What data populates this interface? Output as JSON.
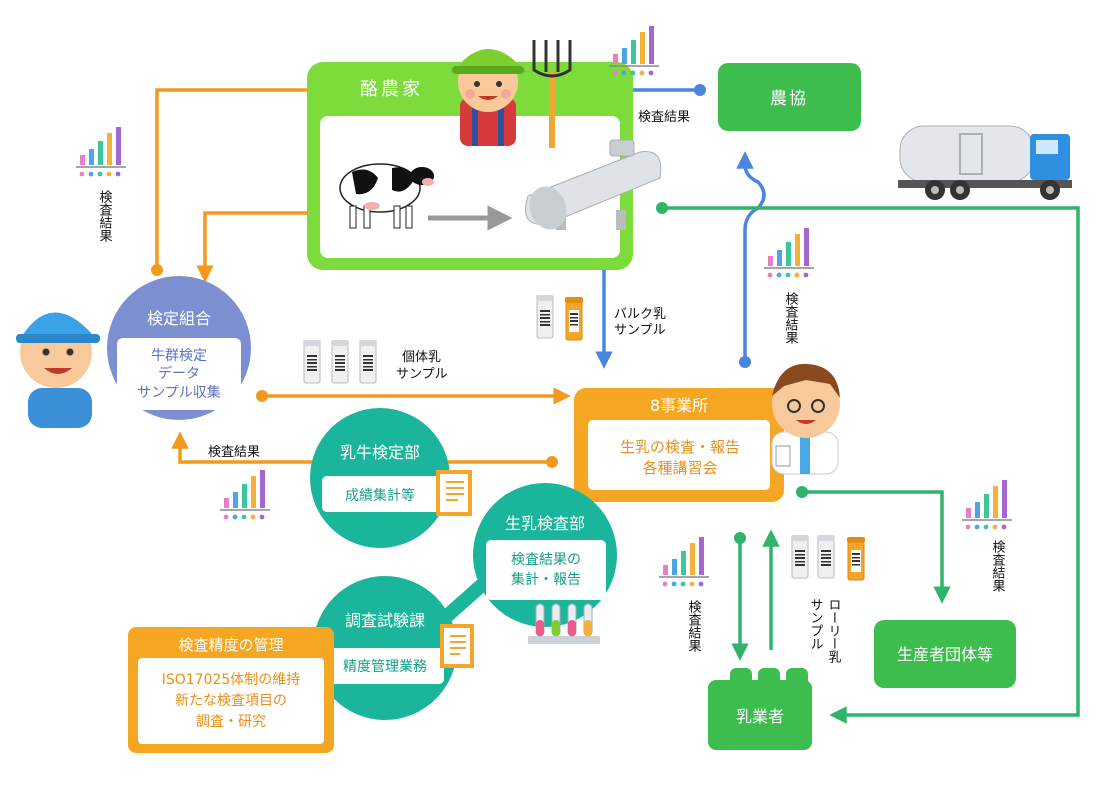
{
  "nodes": {
    "dairy_farmer": "酪農家",
    "nokyo": "農協",
    "kentei_kumiai": {
      "title": "検定組合",
      "body": [
        "牛群検定",
        "データ",
        "サンプル収集"
      ]
    },
    "office": {
      "title": "8事業所",
      "body": [
        "生乳の検査・報告",
        "各種講習会"
      ]
    },
    "nyugyu_dept": {
      "title": "乳牛検定部",
      "body": "成績集計等"
    },
    "seinyu_dept": {
      "title": "生乳検査部",
      "body": [
        "検査結果の",
        "集計・報告"
      ]
    },
    "chosa_dept": {
      "title": "調査試験課",
      "body": "精度管理業務"
    },
    "quality": {
      "title": "検査精度の管理",
      "body": [
        "ISO17025体制の維持",
        "新たな検査項目の",
        "調査・研究"
      ]
    },
    "producer_groups": "生産者団体等",
    "dairy_company": "乳業者"
  },
  "labels": {
    "result": "検査結果",
    "bulk_sample": [
      "バルク乳",
      "サンプル"
    ],
    "individual_sample": [
      "個体乳",
      "サンプル"
    ],
    "lorry_sample": [
      "ローリー乳",
      "サンプル"
    ]
  },
  "colors": {
    "green": "#3ebd4f",
    "lime": "#7ddc3c",
    "orange": "#f5a623",
    "orange_line": "#f39a1e",
    "blue": "#4a86e0",
    "teal": "#1bb59b",
    "lavender": "#7b8fd1",
    "result_line": "#30b46c"
  },
  "icons": [
    "farmer-icon",
    "pitchfork-icon",
    "cow-icon",
    "milk-tank-icon",
    "tanker-truck-icon",
    "boy-icon",
    "technician-icon",
    "sample-tubes-icon",
    "bar-chart-icon",
    "document-icon",
    "test-tube-rack-icon"
  ]
}
